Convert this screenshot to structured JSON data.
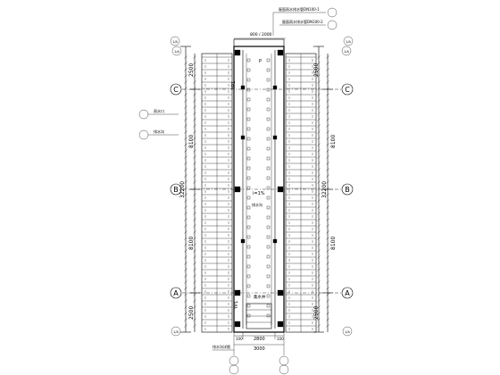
{
  "axes": {
    "C": "C",
    "B": "B",
    "A": "A",
    "a1": "1/A",
    "a2": "1/A"
  },
  "dims": {
    "overall": "32200",
    "c_top": "2500",
    "bc": "8100",
    "ab": "8100",
    "a_bot": "2500",
    "bottom_total": "3000",
    "bottom_inner": "2800",
    "bottom_left": "100",
    "bottom_right": "100",
    "slope": "i=1%"
  },
  "labels": {
    "top_dim": "800 / 2000",
    "top_note_1": "屋面雨水排水管DN100-1",
    "top_note_2": "屋面雨水排水管DN100-2",
    "side_note_1": "雨水口",
    "side_note_2": "排水沟",
    "gutter": "排水沟",
    "pit": "集水井",
    "section_left": "YP1",
    "section_left2": "YP1",
    "bottom_note": "排水沟详图",
    "mark_p1": "P",
    "mark_p2": "P"
  }
}
